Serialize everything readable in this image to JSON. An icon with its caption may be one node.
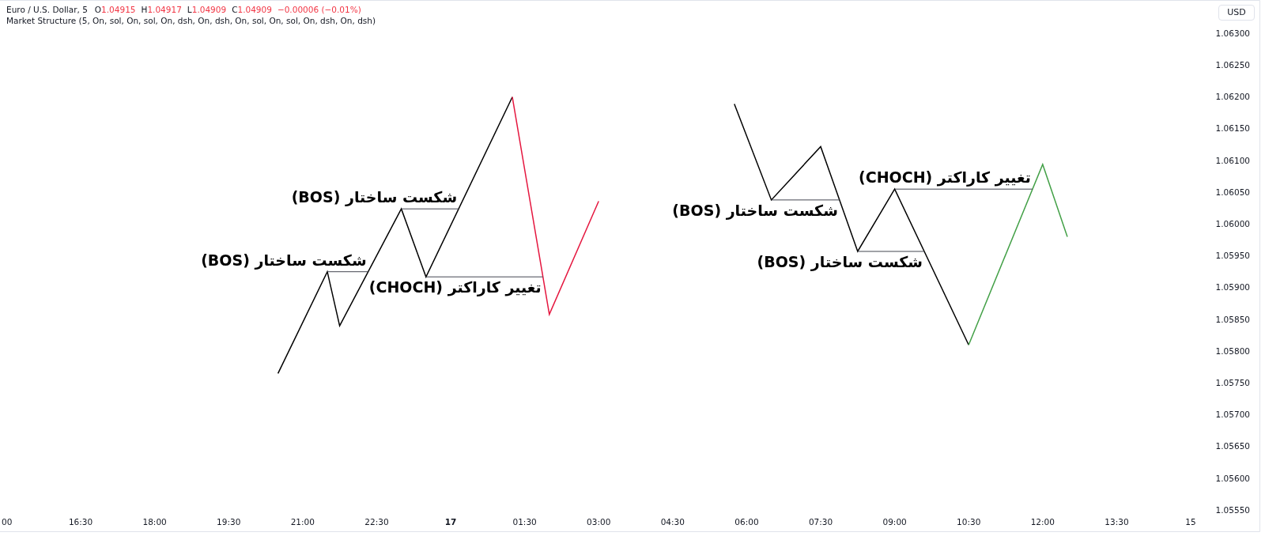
{
  "diagram": {
    "labels": [
      "Euro / U.S. Dollar, 5",
      "O",
      "1.04915",
      "H",
      "1.04917",
      "L",
      "1.04909",
      "C",
      "1.04909",
      "−0.00006 (−0.01%)",
      "Market Structure (5, On, sol, On, sol, On, dsh, On, dsh, On, sol, On, sol, On, dsh, On, dsh)"
    ],
    "chart_data": {
      "type": "line",
      "ylabel": "USD",
      "categories": [
        "00",
        null,
        null,
        null,
        null,
        null,
        "16:30",
        null,
        null,
        null,
        null,
        null,
        "18:00",
        null,
        null,
        null,
        null,
        null,
        "19:30",
        null,
        null,
        null,
        null,
        null,
        "21:00",
        null,
        null,
        null,
        null,
        null,
        "22:30",
        null,
        null,
        null,
        null,
        null,
        "17",
        null,
        null,
        null,
        null,
        null,
        "01:30",
        null,
        null,
        null,
        null,
        null,
        "03:00",
        null,
        null,
        null,
        null,
        null,
        "04:30",
        null,
        null,
        null,
        null,
        null,
        "06:00",
        null,
        null,
        null,
        null,
        null,
        "07:30",
        null,
        null,
        null,
        null,
        null,
        "09:00",
        null,
        null,
        null,
        null,
        null,
        "10:30",
        null,
        null,
        null,
        null,
        null,
        "12:00",
        null,
        null,
        null,
        null,
        null,
        "13:30",
        null,
        null,
        null,
        null,
        null,
        "15"
      ],
      "series": [
        {
          "color": "#000000",
          "values": [
            null,
            null,
            null,
            null,
            null,
            null,
            null,
            null,
            null,
            null,
            null,
            null,
            null,
            null,
            null,
            null,
            null,
            null,
            null,
            null,
            null,
            null,
            1.05765,
            null,
            null,
            null,
            1.05925,
            1.0584,
            null,
            null,
            null,
            null,
            1.06024,
            null,
            1.05917,
            null,
            null,
            null,
            null,
            null,
            null,
            1.062,
            null,
            null,
            null,
            null,
            null,
            null,
            null,
            null,
            null,
            null,
            null,
            null,
            null,
            null,
            null,
            null,
            null,
            null,
            null,
            null,
            null,
            null,
            null,
            null,
            null,
            null,
            null,
            null,
            null,
            null,
            null,
            null,
            null,
            null,
            null,
            null,
            null,
            null,
            null,
            null,
            null,
            null,
            null,
            null,
            null,
            null,
            null,
            null,
            null,
            null,
            null,
            null,
            null,
            null,
            null
          ]
        },
        {
          "color": "#e5173f",
          "values": [
            null,
            null,
            null,
            null,
            null,
            null,
            null,
            null,
            null,
            null,
            null,
            null,
            null,
            null,
            null,
            null,
            null,
            null,
            null,
            null,
            null,
            null,
            null,
            null,
            null,
            null,
            null,
            null,
            null,
            null,
            null,
            null,
            null,
            null,
            null,
            null,
            null,
            null,
            null,
            null,
            null,
            1.062,
            null,
            null,
            1.05858,
            null,
            null,
            null,
            1.06036,
            null,
            null,
            null,
            null,
            null,
            null,
            null,
            null,
            null,
            null,
            null,
            null,
            null,
            null,
            null,
            null,
            null,
            null,
            null,
            null,
            null,
            null,
            null,
            null,
            null,
            null,
            null,
            null,
            null,
            null,
            null,
            null,
            null,
            null,
            null,
            null,
            null,
            null,
            null,
            null,
            null,
            null,
            null,
            null,
            null,
            null,
            null,
            null
          ]
        },
        {
          "color": "#000000",
          "values": [
            null,
            null,
            null,
            null,
            null,
            null,
            null,
            null,
            null,
            null,
            null,
            null,
            null,
            null,
            null,
            null,
            null,
            null,
            null,
            null,
            null,
            null,
            null,
            null,
            null,
            null,
            null,
            null,
            null,
            null,
            null,
            null,
            null,
            null,
            null,
            null,
            null,
            null,
            null,
            null,
            null,
            null,
            null,
            null,
            null,
            null,
            null,
            null,
            null,
            null,
            null,
            null,
            null,
            null,
            null,
            null,
            null,
            null,
            null,
            1.06189,
            null,
            null,
            1.06038,
            null,
            null,
            null,
            1.06122,
            null,
            null,
            1.05957,
            null,
            null,
            1.06055,
            null,
            null,
            null,
            null,
            null,
            1.0581,
            null,
            null,
            null,
            null,
            null,
            null,
            null,
            null,
            null,
            null,
            null,
            null,
            null,
            null,
            null,
            null,
            null,
            null
          ]
        },
        {
          "color": "#43a047",
          "values": [
            null,
            null,
            null,
            null,
            null,
            null,
            null,
            null,
            null,
            null,
            null,
            null,
            null,
            null,
            null,
            null,
            null,
            null,
            null,
            null,
            null,
            null,
            null,
            null,
            null,
            null,
            null,
            null,
            null,
            null,
            null,
            null,
            null,
            null,
            null,
            null,
            null,
            null,
            null,
            null,
            null,
            null,
            null,
            null,
            null,
            null,
            null,
            null,
            null,
            null,
            null,
            null,
            null,
            null,
            null,
            null,
            null,
            null,
            null,
            null,
            null,
            null,
            null,
            null,
            null,
            null,
            null,
            null,
            null,
            null,
            null,
            null,
            null,
            null,
            null,
            null,
            null,
            null,
            1.0581,
            null,
            null,
            null,
            null,
            null,
            1.06094,
            null,
            1.0598,
            null,
            null,
            null,
            null,
            null,
            null,
            null,
            null,
            null,
            null
          ]
        }
      ],
      "ylim": [
        1.05516,
        1.06352
      ],
      "yticks": [
        {
          "value": 1.063,
          "label": "1.06300"
        },
        {
          "value": 1.0625,
          "label": "1.06250"
        },
        {
          "value": 1.062,
          "label": "1.06200"
        },
        {
          "value": 1.0615,
          "label": "1.06150"
        },
        {
          "value": 1.061,
          "label": "1.06100"
        },
        {
          "value": 1.0605,
          "label": "1.06050"
        },
        {
          "value": 1.06,
          "label": "1.06000"
        },
        {
          "value": 1.0595,
          "label": "1.05950"
        },
        {
          "value": 1.059,
          "label": "1.05900"
        },
        {
          "value": 1.0585,
          "label": "1.05850"
        },
        {
          "value": 1.058,
          "label": "1.05800"
        },
        {
          "value": 1.0575,
          "label": "1.05750"
        },
        {
          "value": 1.057,
          "label": "1.05700"
        },
        {
          "value": 1.0565,
          "label": "1.05650"
        },
        {
          "value": 1.056,
          "label": "1.05600"
        },
        {
          "value": 1.0555,
          "label": "1.05550"
        }
      ],
      "annotations": [
        "شکست ساختار (BOS)",
        "شکست ساختار (BOS)",
        "تغییر کاراکتر (CHOCH)",
        "شکست ساختار (BOS)",
        "شکست ساختار (BOS)",
        "تغییر کاراکتر (CHOCH)"
      ]
    }
  }
}
